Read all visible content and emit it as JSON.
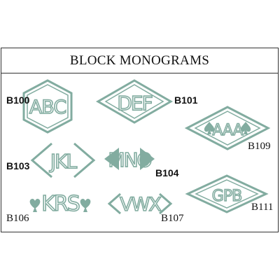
{
  "title": "BLOCK MONOGRAMS",
  "color": "#82aca0",
  "items": [
    {
      "code": "B100",
      "letters": "ABC"
    },
    {
      "code": "B101",
      "letters": "DEF"
    },
    {
      "code": "B109",
      "letters": "AAA"
    },
    {
      "code": "B103",
      "letters": "JKL"
    },
    {
      "code": "B104",
      "letters": "MNO"
    },
    {
      "code": "B106",
      "letters": "KRS"
    },
    {
      "code": "B107",
      "letters": "VWX"
    },
    {
      "code": "B111",
      "letters": "GPB"
    }
  ]
}
